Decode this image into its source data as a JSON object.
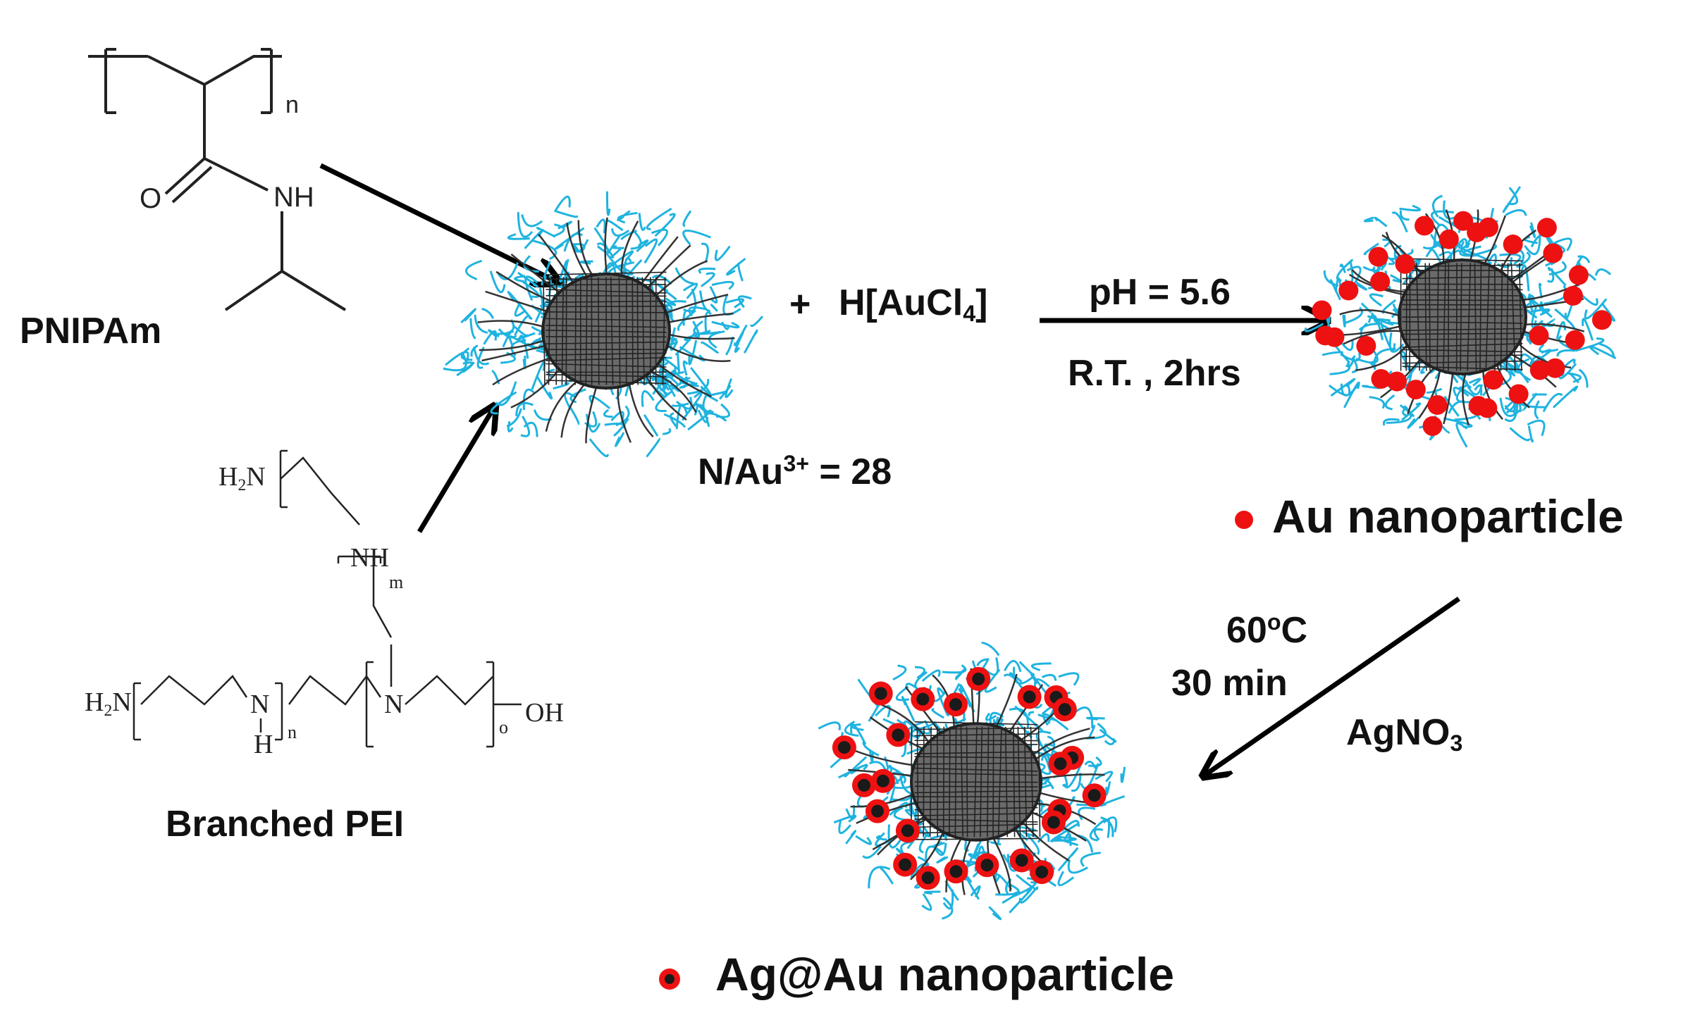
{
  "labels": {
    "pnipam": "PNIPAm",
    "branched_pei": "Branched PEI",
    "plus": "+",
    "reagent_main": "H[AuCl",
    "reagent_sub": "4",
    "reagent_close": "]",
    "ratio_main": "N/Au",
    "ratio_sup": "3+",
    "ratio_tail": " = 28",
    "cond1_top": "pH = 5.6",
    "cond1_bottom": "R.T.  ,  2hrs",
    "cond2_temp_main": "60",
    "cond2_temp_sup": "o",
    "cond2_temp_tail": "C",
    "cond2_time": "30 min",
    "agno3_main": "AgNO",
    "agno3_sub": "3",
    "legend_au": "Au nanoparticle",
    "legend_agau": "Ag@Au  nanoparticle"
  },
  "structure_text": {
    "pnipam_n": "n",
    "pnipam_o": "O",
    "pnipam_nh": "NH",
    "pei_h2n_top": "H",
    "pei_h2n_top_sub": "2",
    "pei_h2n_top_n": "N",
    "pei_nh": "NH",
    "pei_m": "m",
    "pei_h2n_bottom": "H",
    "pei_h2n_bottom_sub": "2",
    "pei_h2n_bottom_n": "N",
    "pei_n1": "N",
    "pei_h": "H",
    "pei_n_sub": "n",
    "pei_n2": "N",
    "pei_o_sub": "o",
    "pei_oh": "OH"
  },
  "colors": {
    "shell": "#1fb3df",
    "core": "#3a3a3a",
    "au_particle": "#ee1111",
    "agau_particle_ring": "#ee1111",
    "agau_particle_core": "#1a1a1a",
    "arrow": "#000000"
  }
}
